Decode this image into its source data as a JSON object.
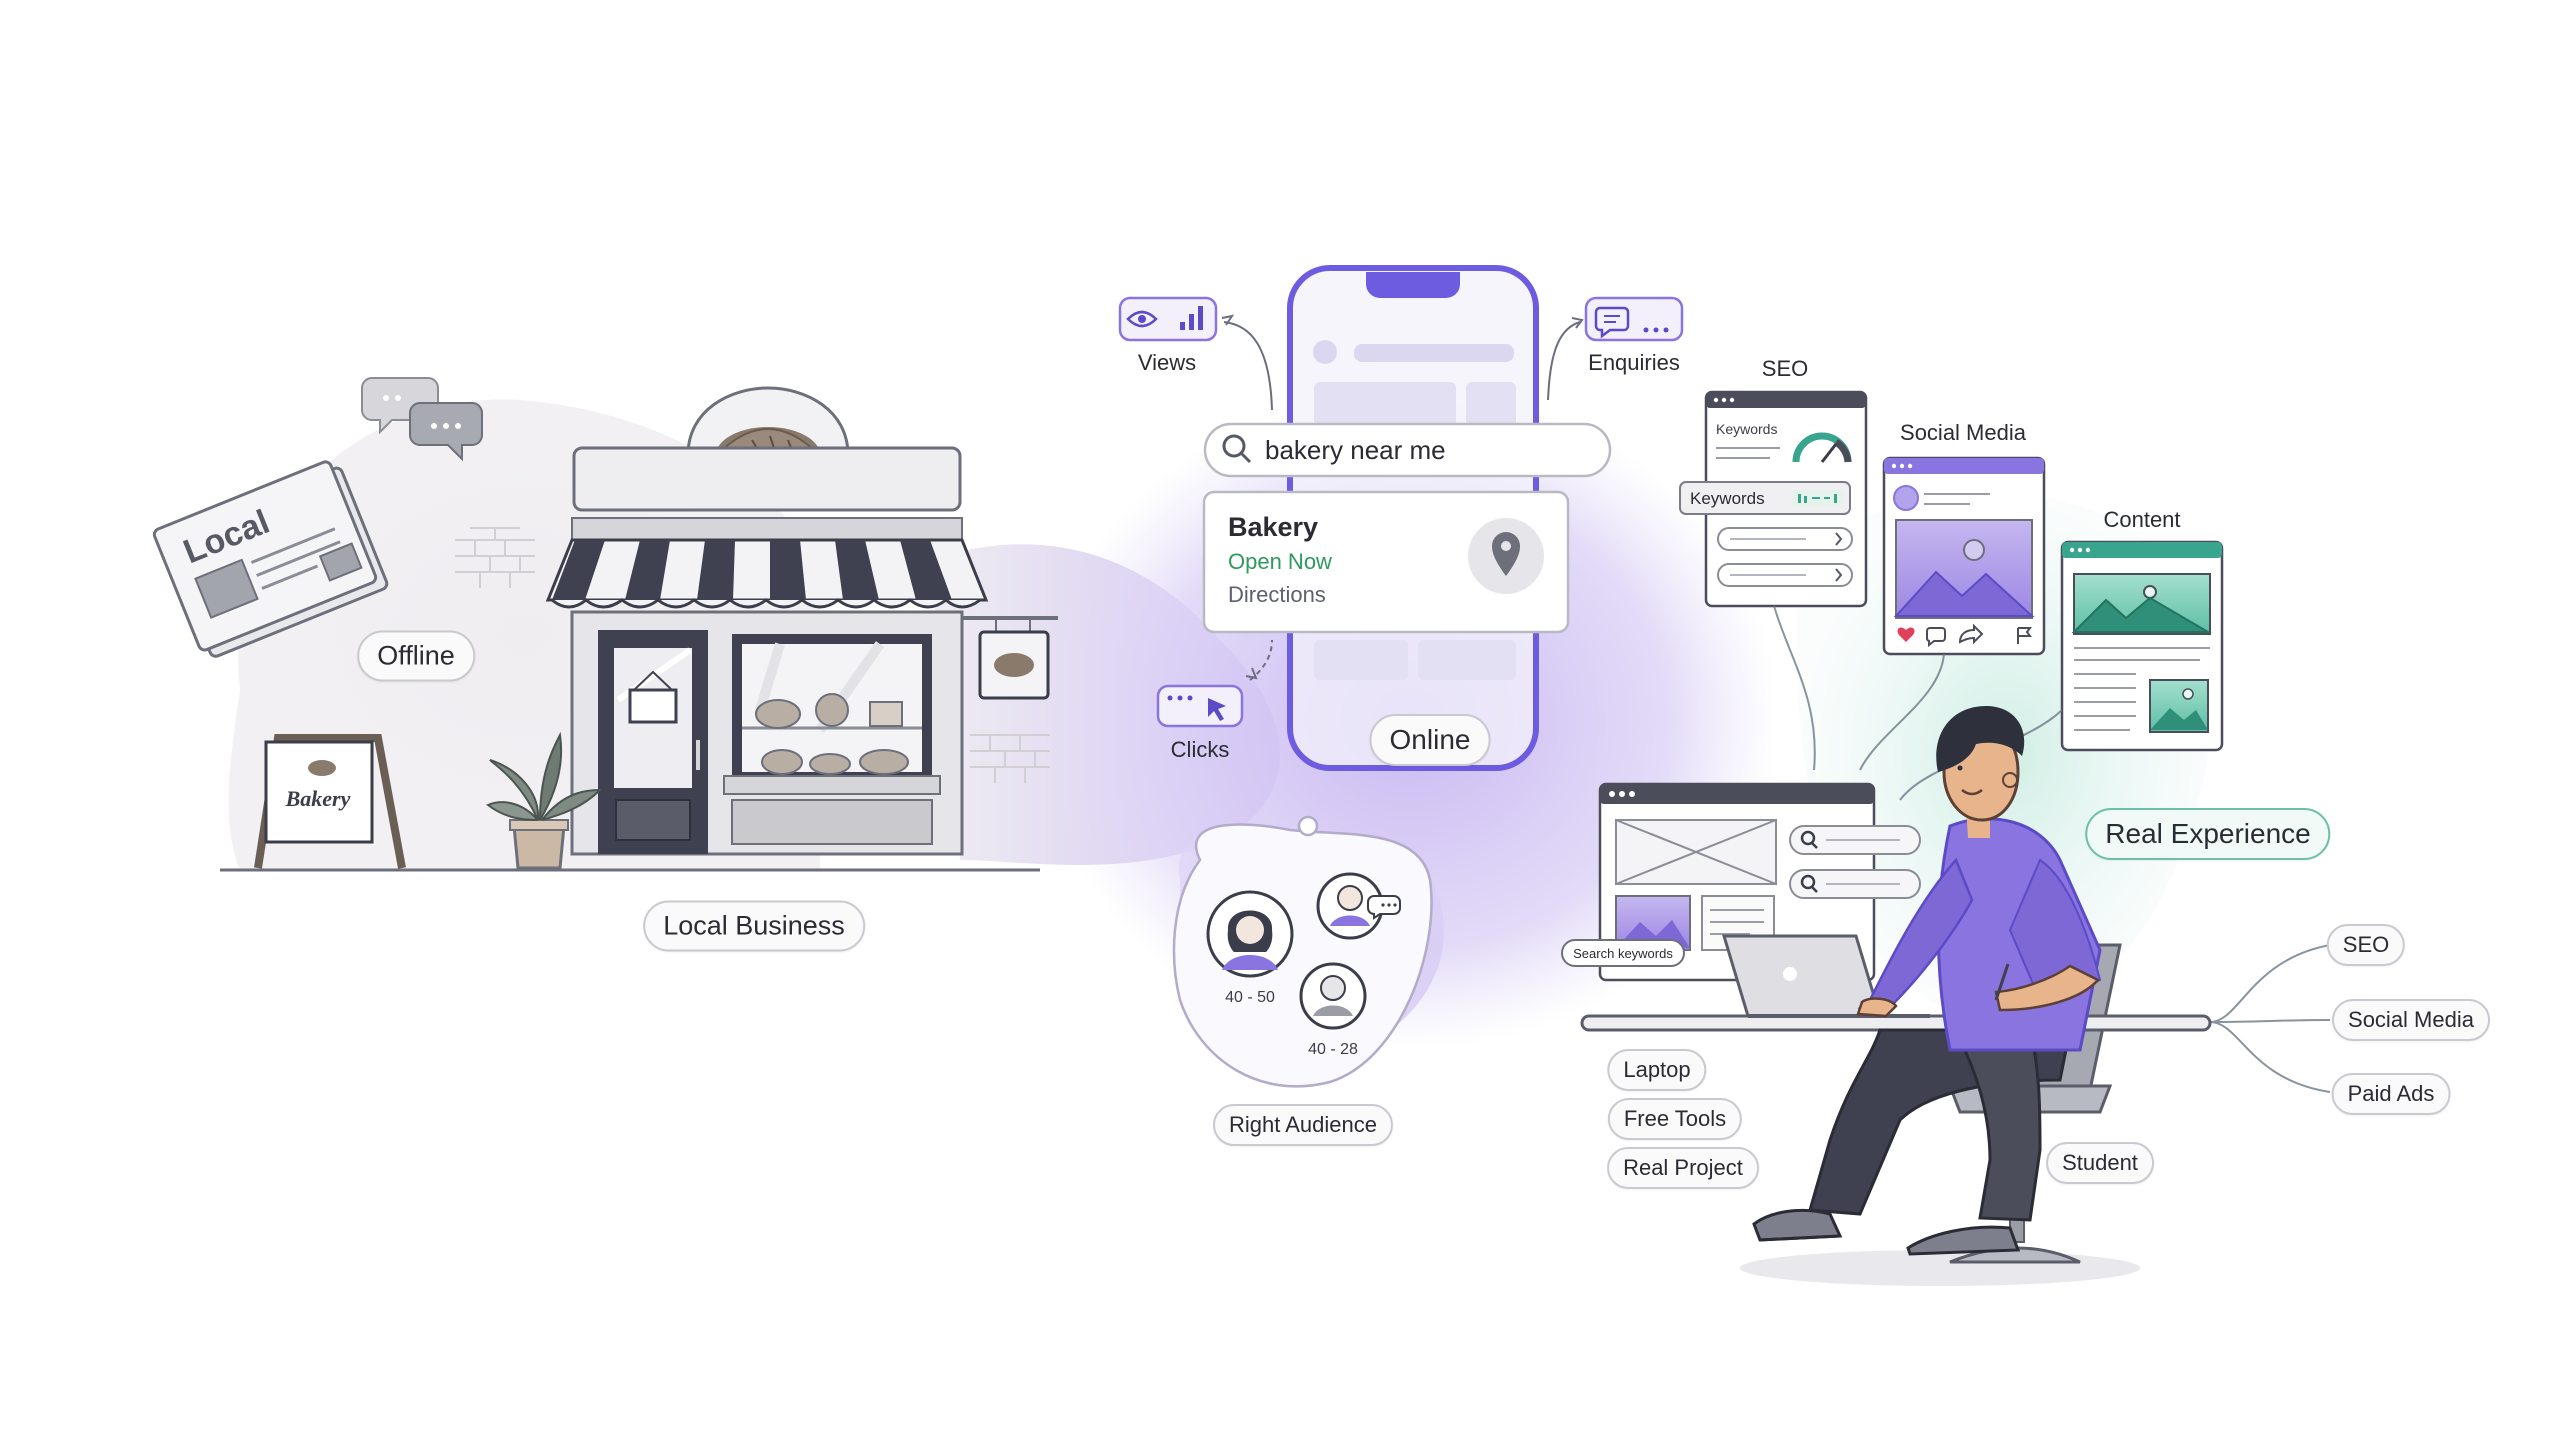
{
  "labels": {
    "local": "Local",
    "offline": "Offline",
    "bakery_sign": "Bakery",
    "local_business": "Local Business",
    "views": "Views",
    "enquiries": "Enquiries",
    "clicks": "Clicks",
    "online": "Online",
    "right_audience": "Right Audience",
    "seo_header": "SEO",
    "social_media_header": "Social Media",
    "content_header": "Content",
    "real_experience": "Real Experience",
    "student": "Student"
  },
  "search": {
    "query": "bakery near me"
  },
  "result_card": {
    "name": "Bakery",
    "status": "Open Now",
    "directions": "Directions"
  },
  "audience": {
    "bubbles": [
      "40 - 50",
      "40 - 28"
    ]
  },
  "seo_panel": {
    "keywords_label": "Keywords",
    "keywords_tag": "Keywords"
  },
  "laptop_panel": {
    "search_tag": "Search keywords"
  },
  "tools": [
    "Laptop",
    "Free Tools",
    "Real Project"
  ],
  "channels": [
    "SEO",
    "Social Media",
    "Paid Ads"
  ],
  "colors": {
    "accent": "#8a74e0",
    "phone_frame": "#6e5ce0",
    "teal": "#3aa58e",
    "status_green": "#2e9a5e",
    "ink": "#3b3d4a"
  }
}
